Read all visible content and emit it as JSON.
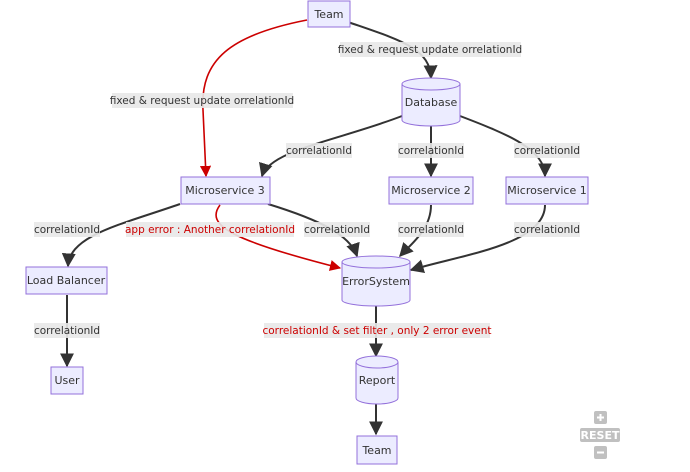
{
  "nodes": {
    "team_top": "Team",
    "database": "Database",
    "microservice3": "Microservice 3",
    "microservice2": "Microservice 2",
    "microservice1": "Microservice 1",
    "load_balancer": "Load Balancer",
    "error_system": "ErrorSystem",
    "user": "User",
    "report": "Report",
    "team_bottom": "Team"
  },
  "edge_labels": {
    "team_to_database": "fixed & request update orrelationId",
    "team_to_ms3": "fixed & request update orrelationId",
    "db_to_ms3": "correlationId",
    "db_to_ms2": "correlationId",
    "db_to_ms1": "correlationId",
    "ms3_to_lb": "correlationId",
    "ms3_app_error": "app error : Another correlationId",
    "ms3_to_es": "correlationId",
    "ms2_to_es": "correlationId",
    "ms1_to_es": "correlationId",
    "lb_to_user": "correlationId",
    "es_to_report": "correlationId & set filter , only 2 error event"
  },
  "controls": {
    "zoom_in_icon": "plus-icon",
    "reset": "RESET",
    "zoom_out_icon": "minus-icon"
  }
}
